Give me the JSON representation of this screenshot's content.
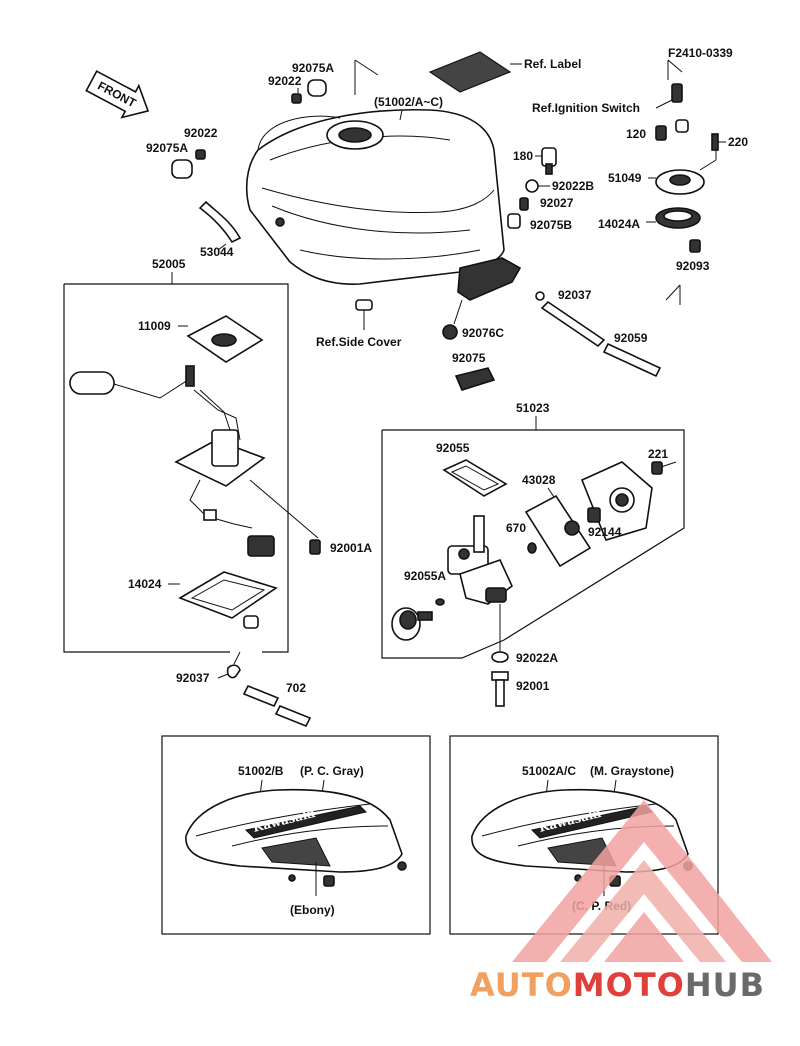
{
  "code": "F2410-0339",
  "front_label": "FRONT",
  "brand": "Kawasaki",
  "watermark": {
    "part1": "AUTO",
    "part2": "MOTO",
    "part3": "HUB"
  },
  "colors": {
    "watermark_orange": "#f0a060",
    "watermark_red": "#e0403c",
    "watermark_gray": "#6a6a6a",
    "ink": "#111111"
  },
  "labels": {
    "tank_ref": "(51002/A~C)",
    "ref_label": "Ref. Label",
    "ref_ignition": "Ref.Ignition Switch",
    "ref_side_cover": "Ref.Side Cover",
    "p92075A_top": "92075A",
    "p92022_top": "92022",
    "p92022_left": "92022",
    "p92075A_left": "92075A",
    "p53044": "53044",
    "p180": "180",
    "p92022B": "92022B",
    "p92027": "92027",
    "p92075B": "92075B",
    "p120": "120",
    "p220": "220",
    "p51049": "51049",
    "p14024A": "14024A",
    "p92093": "92093",
    "p92037_top": "92037",
    "p92076C": "92076C",
    "p92059": "92059",
    "p92075": "92075",
    "p52005": "52005",
    "p11009": "11009",
    "p92001A": "92001A",
    "p14024": "14024",
    "p92037_bottom": "92037",
    "p702": "702",
    "p51023": "51023",
    "p92055": "92055",
    "p43028": "43028",
    "p221": "221",
    "p670": "670",
    "p92144": "92144",
    "p92055A": "92055A",
    "p92022A": "92022A",
    "p92001": "92001"
  },
  "variants": [
    {
      "code": "51002/B",
      "color_top": "(P. C. Gray)",
      "color_bottom": "(Ebony)"
    },
    {
      "code": "51002A/C",
      "color_top": "(M. Graystone)",
      "color_bottom": "(C. P. Red)"
    }
  ]
}
